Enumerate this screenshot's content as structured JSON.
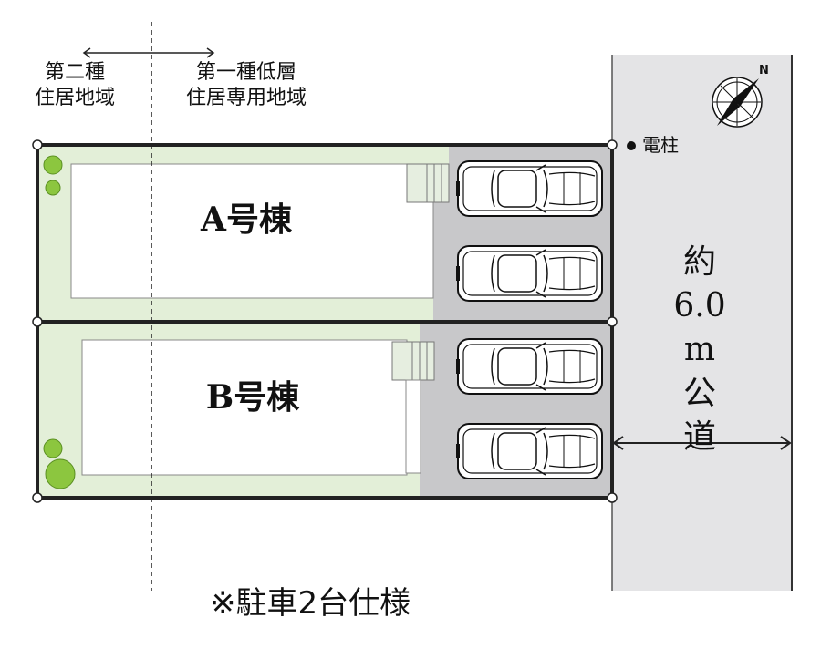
{
  "zones": {
    "left_line1": "第二種",
    "left_line2": "住居地域",
    "right_line1": "第一種低層",
    "right_line2": "住居専用地域"
  },
  "buildings": [
    {
      "label": "A号棟"
    },
    {
      "label": "B号棟"
    }
  ],
  "road": {
    "line1": "約",
    "line2": "6.0",
    "line3": "m",
    "line4": "公",
    "line5": "道"
  },
  "utility_pole": {
    "label": "電柱"
  },
  "note": "※駐車2台仕様",
  "compass": {
    "letter": "N"
  },
  "colors": {
    "garden": "#e3efd8",
    "parking": "#c8c8ca",
    "road": "#e4e4e6",
    "boundary": "#222222",
    "tree": "#8cc63f"
  }
}
